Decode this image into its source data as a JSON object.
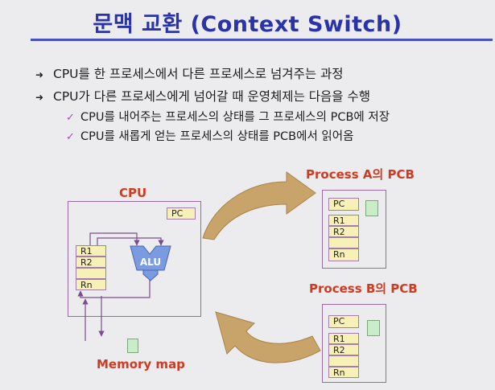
{
  "title": "문맥 교환 (Context Switch)",
  "bullets": [
    {
      "text": "CPU를 한 프로세스에서 다른 프로세스로 넘겨주는 과정"
    },
    {
      "text": "CPU가 다른 프로세스에게 넘어갈 때 운영체제는 다음을 수행"
    }
  ],
  "sub_bullets": [
    {
      "text": "CPU를 내어주는 프로세스의 상태를 그 프로세스의 PCB에 저장"
    },
    {
      "text": "CPU를 새롭게 얻는 프로세스의 상태를 PCB에서 읽어옴"
    }
  ],
  "diagram": {
    "cpu_label": "CPU",
    "pc_label": "PC",
    "alu_label": "ALU",
    "cpu_registers": [
      "R1",
      "R2",
      "",
      "Rn"
    ],
    "memory_map_label": "Memory map",
    "pcb_a": {
      "title": "Process A의 PCB",
      "pc": "PC",
      "registers": [
        "R1",
        "R2",
        "",
        "Rn"
      ]
    },
    "pcb_b": {
      "title": "Process B의 PCB",
      "pc": "PC",
      "registers": [
        "R1",
        "R2",
        "",
        "Rn"
      ]
    }
  },
  "colors": {
    "title": "#2a34a8",
    "red_label": "#d2391f",
    "register_fill": "#f7f1b8",
    "alu_fill": "#7a9be0",
    "arrow_fill": "#c9a46a",
    "check_mark": "#a24bb0",
    "green_block": "#c9ecc9"
  }
}
